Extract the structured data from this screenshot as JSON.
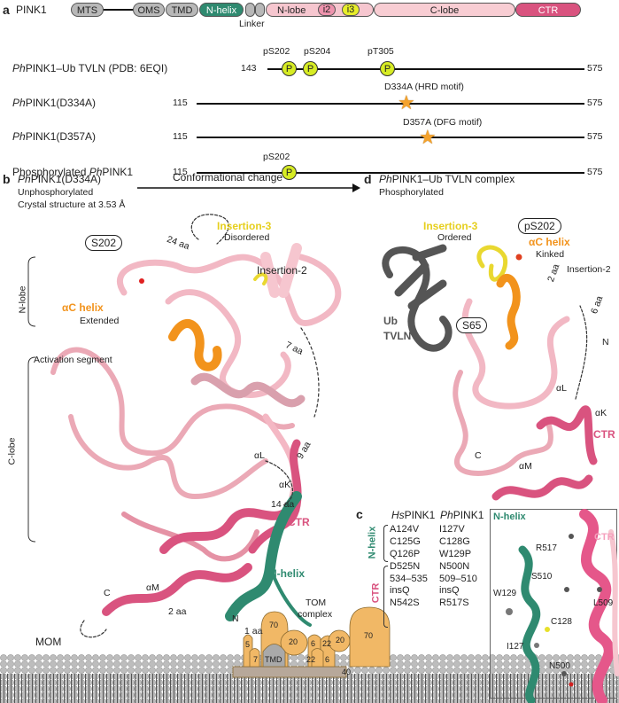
{
  "panel_a": {
    "letter": "a",
    "protein": "PINK1",
    "domains": [
      "MTS",
      "OMS",
      "TMD",
      "N-helix",
      "N-lobe",
      "i2",
      "i3",
      "C-lobe",
      "CTR"
    ],
    "linker_label": "Linker",
    "rows": [
      {
        "label_italic": "Ph",
        "label_rest": "PINK1–Ub TVLN (PDB: 6EQI)",
        "start": "143",
        "end": "575",
        "sites": [
          "pS202",
          "pS204",
          "pT305"
        ],
        "site_symbol": "P"
      },
      {
        "label_italic": "Ph",
        "label_rest": "PINK1(D334A)",
        "start": "115",
        "end": "575",
        "mutation": "D334A (HRD motif)"
      },
      {
        "label_italic": "Ph",
        "label_rest": "PINK1(D357A)",
        "start": "115",
        "end": "575",
        "mutation": "D357A (DFG motif)"
      },
      {
        "label_prefix": "Phosphorylated ",
        "label_italic": "Ph",
        "label_rest": "PINK1",
        "start": "115",
        "end": "575",
        "sites": [
          "pS202"
        ],
        "site_symbol": "P"
      }
    ]
  },
  "panel_b": {
    "letter": "b",
    "title_italic": "Ph",
    "title_rest": "PINK1(D334A)",
    "subtitle1": "Unphosphorylated",
    "subtitle2": "Crystal structure at 3.53 Å",
    "arrow_label": "Conformational change",
    "labels": {
      "insertion3": "Insertion-3",
      "disordered": "Disordered",
      "loop24": "24 aa",
      "s202": "S202",
      "insertion2": "Insertion-2",
      "nlobe": "N-lobe",
      "ac_helix": "αC helix",
      "extended": "Extended",
      "activation": "Activation segment",
      "loop7": "7 aa",
      "clobe": "C-lobe",
      "loop9": "9 aa",
      "al": "αL",
      "ak": "αK",
      "loop14": "14 aa",
      "ctr": "CTR",
      "nhelix": "N-helix",
      "c": "C",
      "am": "αM",
      "loop2": "2 aa",
      "n": "N",
      "loop1": "1 aa",
      "tom": "TOM",
      "complex": "complex",
      "mom": "MOM",
      "tmd": "TMD",
      "tom_subunits": [
        "70",
        "20",
        "6",
        "22",
        "20",
        "70",
        "22",
        "6",
        "5",
        "7",
        "40"
      ]
    }
  },
  "panel_c": {
    "letter": "c",
    "col1_italic": "Hs",
    "col1_rest": "PINK1",
    "col2_italic": "Ph",
    "col2_rest": "PINK1",
    "group1": "N-helix",
    "group2": "CTR",
    "rows": [
      [
        "A124V",
        "I127V"
      ],
      [
        "C125G",
        "C128G"
      ],
      [
        "Q126P",
        "W129P"
      ],
      [
        "D525N",
        "N500N"
      ],
      [
        "534–535 insQ",
        "509–510 insQ"
      ],
      [
        "N542S",
        "R517S"
      ]
    ],
    "inset": {
      "nhelix": "N-helix",
      "ctr": "CTR",
      "residues": [
        "R517",
        "S510",
        "L509",
        "W129",
        "C128",
        "I127",
        "N500"
      ]
    }
  },
  "panel_d": {
    "letter": "d",
    "title_italic": "Ph",
    "title_rest": "PINK1–Ub TVLN complex",
    "subtitle": "Phosphorylated",
    "labels": {
      "insertion3": "Insertion-3",
      "ordered": "Ordered",
      "ps202": "pS202",
      "ac_helix": "αC helix",
      "kinked": "Kinked",
      "loop2": "2 aa",
      "insertion2": "Insertion-2",
      "loop6": "6 aa",
      "ub": "Ub",
      "tvln": "TVLN",
      "s65": "S65",
      "n": "N",
      "al": "αL",
      "ak": "αK",
      "ctr": "CTR",
      "c": "C",
      "am": "αM"
    }
  },
  "colors": {
    "nhelix": "#2f8a70",
    "ctr": "#d9537f",
    "nlobe": "#f6c6cf",
    "clobe": "#f8cdd3",
    "insertion3": "#e9d830",
    "ac_helix": "#f2931c",
    "phospho": "#d7ec24",
    "star": "#f4a22c",
    "ubiquitin": "#555555",
    "tom": "#f1b866",
    "kinase": "#e9a4b0"
  }
}
